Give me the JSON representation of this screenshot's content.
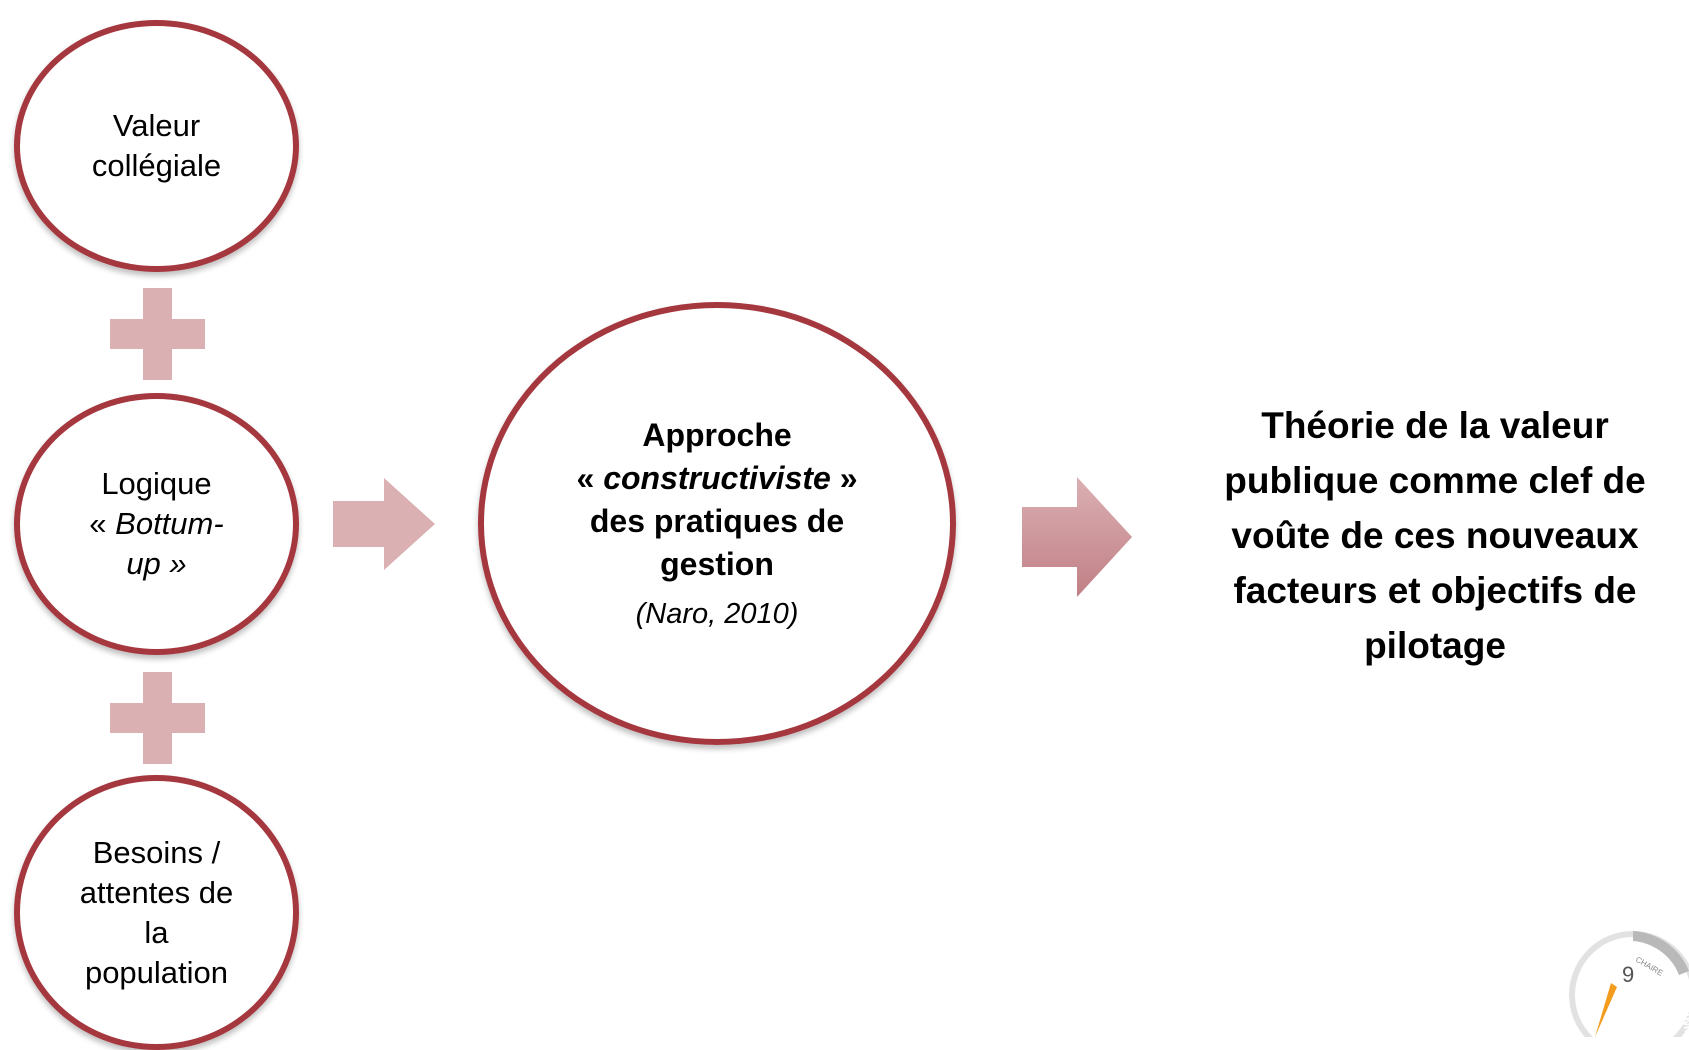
{
  "circles": {
    "top": {
      "line1": "Valeur",
      "line2": "collégiale"
    },
    "middle": {
      "line1": "Logique",
      "line2_prefix": "« ",
      "line2_italic": "Bottum-",
      "line3_italic": "up »"
    },
    "bottom": {
      "line1": "Besoins /",
      "line2": "attentes de",
      "line3": "la",
      "line4": "population"
    }
  },
  "center": {
    "line1": "Approche",
    "line2_open": "« ",
    "line2_italic": "constructiviste",
    "line2_close": " »",
    "line3": "des pratiques de",
    "line4": "gestion",
    "citation": "(Naro, 2010)"
  },
  "conclusion": {
    "line1": "Théorie de la valeur",
    "line2": "publique comme clef de",
    "line3": "voûte de ces nouveaux",
    "line4": "facteurs et objectifs de",
    "line5": "pilotage"
  },
  "page_number": "9",
  "logo": {
    "text": "CHAIRE OPTIMA"
  },
  "colors": {
    "circle_border": "#a5383e",
    "connector": "#dbb0b3"
  }
}
